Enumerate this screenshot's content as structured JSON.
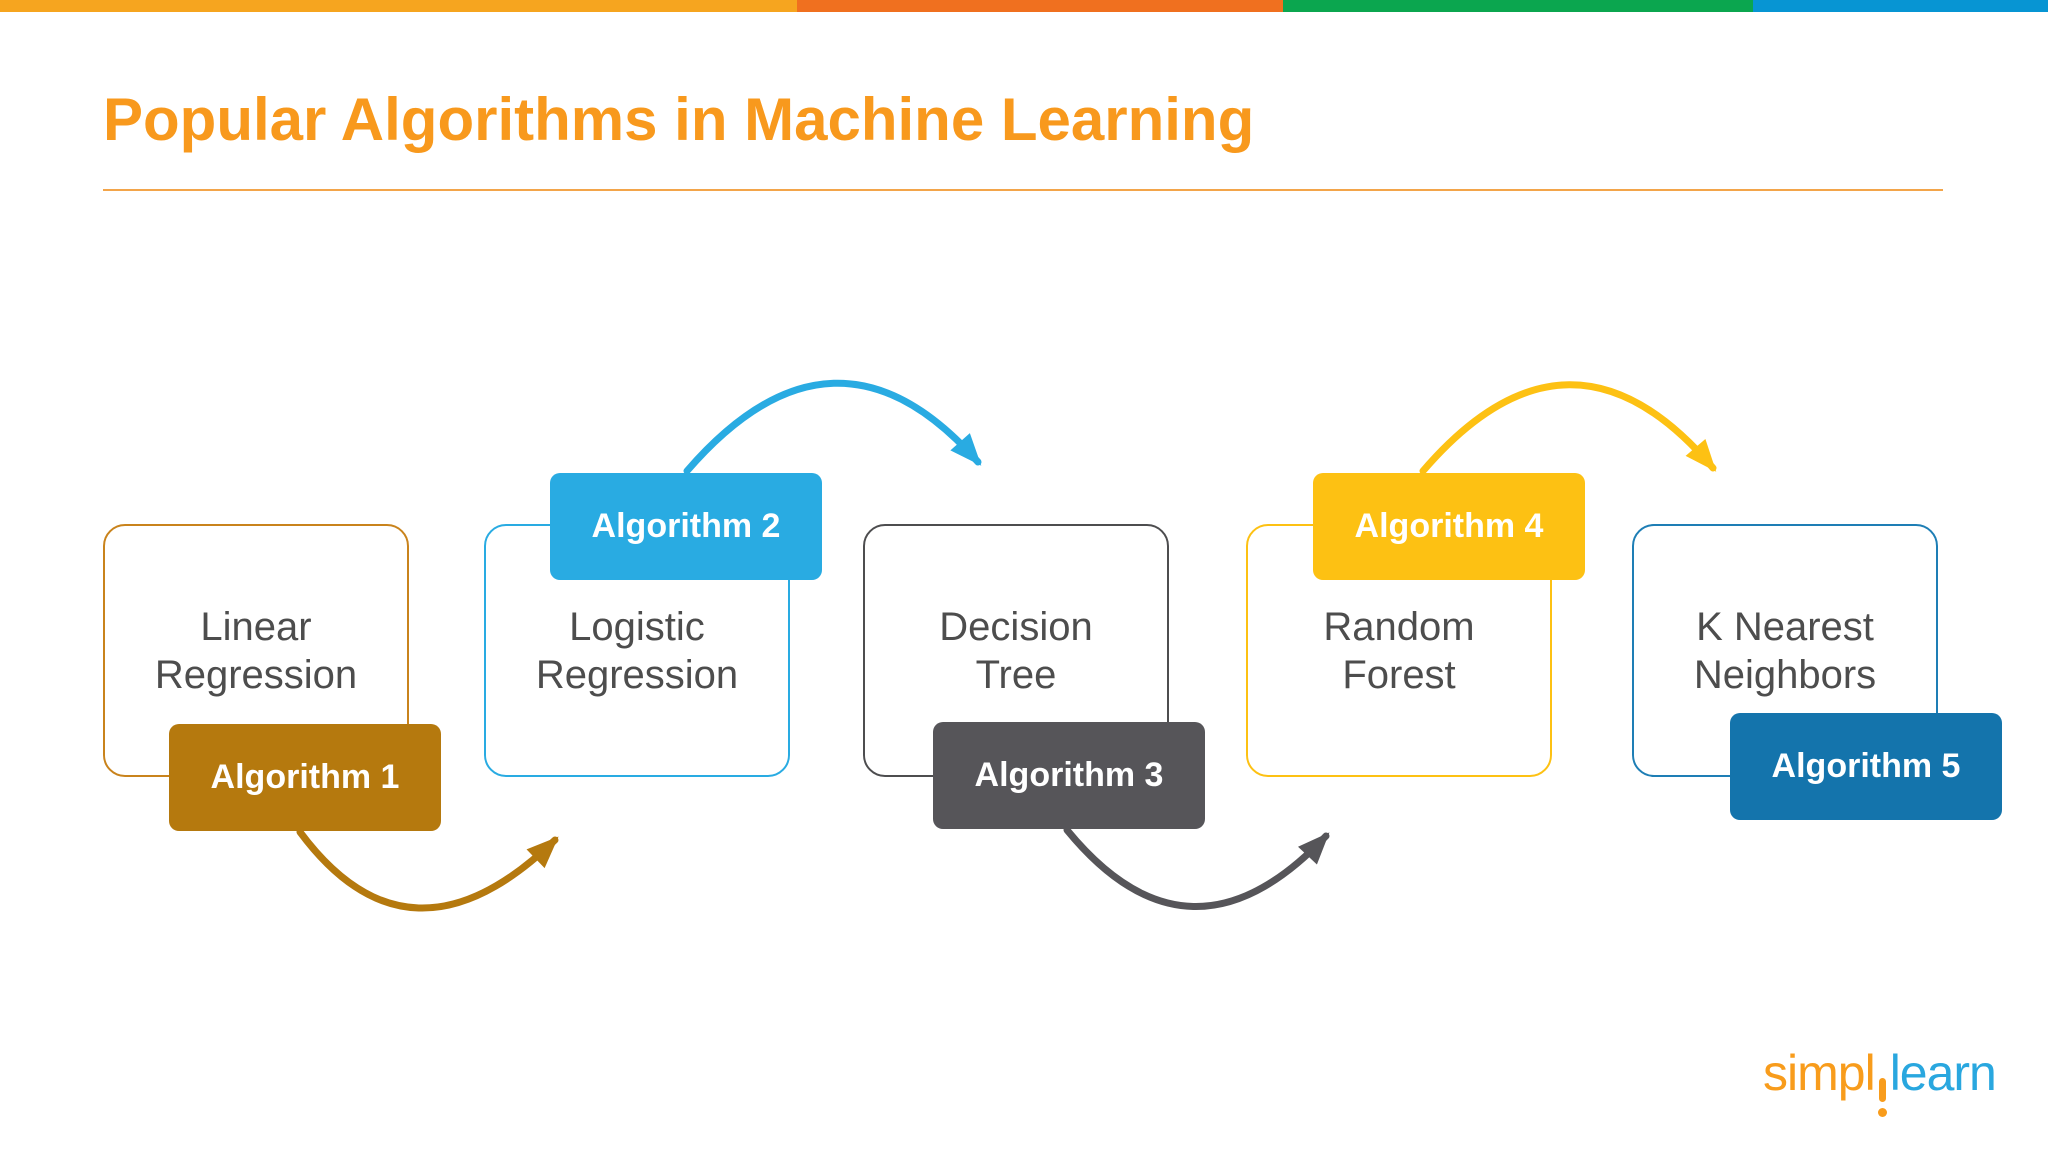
{
  "top_bar": {
    "segments": [
      {
        "name": "amber",
        "color": "#F6A51F"
      },
      {
        "name": "orange",
        "color": "#F0701F"
      },
      {
        "name": "green",
        "color": "#0BA64F"
      },
      {
        "name": "blue",
        "color": "#0795D3"
      }
    ]
  },
  "header": {
    "title": "Popular Algorithms in Machine Learning",
    "title_color": "#F8991D",
    "rule_color": "#F3A54A"
  },
  "diagram": {
    "text_color": "#4D4D4D",
    "nodes": [
      {
        "line1": "Linear",
        "line2": "Regression",
        "badge": "Algorithm 1",
        "badge_position": "bottom",
        "border_color": "#C9831C",
        "badge_color": "#B5790E",
        "badge_text_color": "#FFFFFF"
      },
      {
        "line1": "Logistic",
        "line2": "Regression",
        "badge": "Algorithm 2",
        "badge_position": "top",
        "border_color": "#29ABE2",
        "badge_color": "#29ABE2",
        "badge_text_color": "#FFFFFF"
      },
      {
        "line1": "Decision",
        "line2": "Tree",
        "badge": "Algorithm 3",
        "badge_position": "bottom",
        "border_color": "#4D4D4F",
        "badge_color": "#565559",
        "badge_text_color": "#FFFFFF"
      },
      {
        "line1": "Random",
        "line2": "Forest",
        "badge": "Algorithm 4",
        "badge_position": "top",
        "border_color": "#FDC113",
        "badge_color": "#FDC113",
        "badge_text_color": "#FFFFFF"
      },
      {
        "line1": "K Nearest",
        "line2": "Neighbors",
        "badge": "Algorithm 5",
        "badge_position": "bottom",
        "border_color": "#1E7EB5",
        "badge_color": "#1474AC",
        "badge_text_color": "#FFFFFF"
      }
    ],
    "arrows": [
      {
        "from": "Algorithm 1",
        "to": "Logistic Regression",
        "shape": "valley",
        "color": "#B5790E"
      },
      {
        "from": "Algorithm 2",
        "to": "Decision Tree",
        "shape": "hill",
        "color": "#29ABE2"
      },
      {
        "from": "Algorithm 3",
        "to": "Random Forest",
        "shape": "valley",
        "color": "#565559"
      },
      {
        "from": "Algorithm 4",
        "to": "K Nearest Neighbors",
        "shape": "hill",
        "color": "#FDC113"
      }
    ]
  },
  "footer": {
    "logo": {
      "text_left": "simpl",
      "separator_icon": "inverted-i-icon",
      "text_right": "learn",
      "left_color": "#F89C1C",
      "right_color": "#29A7DF"
    }
  }
}
